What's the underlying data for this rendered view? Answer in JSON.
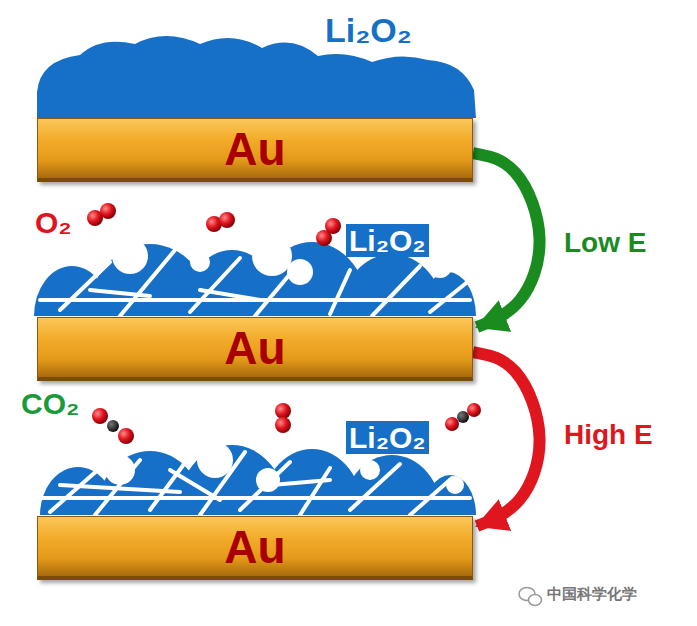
{
  "diagram": {
    "nodes": [
      {
        "text": [
          "Au"
        ]
      },
      {
        "text": [
          "Au"
        ]
      },
      {
        "text": [
          "Au"
        ]
      }
    ],
    "edges": [
      {
        "from": 0,
        "to": 1,
        "arrow": "to",
        "label": "Low E"
      },
      {
        "from": 1,
        "to": 2,
        "arrow": "to",
        "label": "High E"
      }
    ],
    "labels": [
      "Li₂O₂",
      "O₂",
      "Li₂O₂",
      "CO₂",
      "Li₂O₂",
      "中国科学化学"
    ]
  }
}
